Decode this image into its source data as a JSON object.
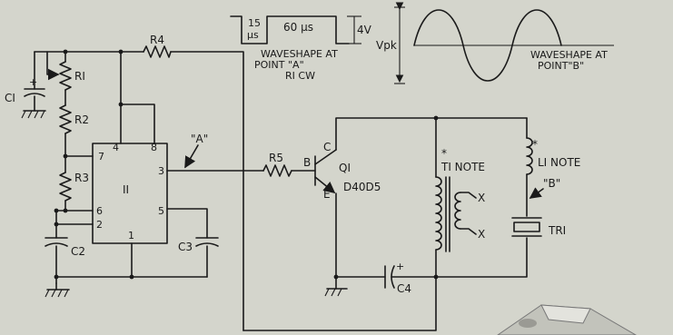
{
  "colors": {
    "paper": "#d4d5cc",
    "ink": "#1a1a1a"
  },
  "labels": {
    "r1": "RI",
    "r2": "R2",
    "r3": "R3",
    "r4": "R4",
    "r5": "R5",
    "c1": "CI",
    "c2": "C2",
    "c3": "C3",
    "c4": "C4",
    "ic": "II",
    "pin1": "1",
    "pin2": "2",
    "pin3": "3",
    "pin4": "4",
    "pin5": "5",
    "pin6": "6",
    "pin7": "7",
    "pin8": "8",
    "point_a": "\"A\"",
    "point_b": "\"B\"",
    "q1": "QI",
    "q1_part": "D40D5",
    "base": "B",
    "collector": "C",
    "emitter": "E",
    "t1_note": "TI NOTE",
    "l1_note": "LI NOTE",
    "tr1": "TRI",
    "x_top": "X",
    "x_bottom": "X",
    "star": "*",
    "plus": "+"
  },
  "waveform_a": {
    "low_time": "15",
    "low_unit": "µs",
    "high_time": "60 µs",
    "amplitude": "4V",
    "caption_line1": "WAVESHAPE AT",
    "caption_line2": "POINT \"A\"",
    "caption_line3": "RI CW"
  },
  "waveform_b": {
    "amplitude": "Vpk",
    "caption_line1": "WAVESHAPE AT",
    "caption_line2": "POINT\"B\""
  }
}
